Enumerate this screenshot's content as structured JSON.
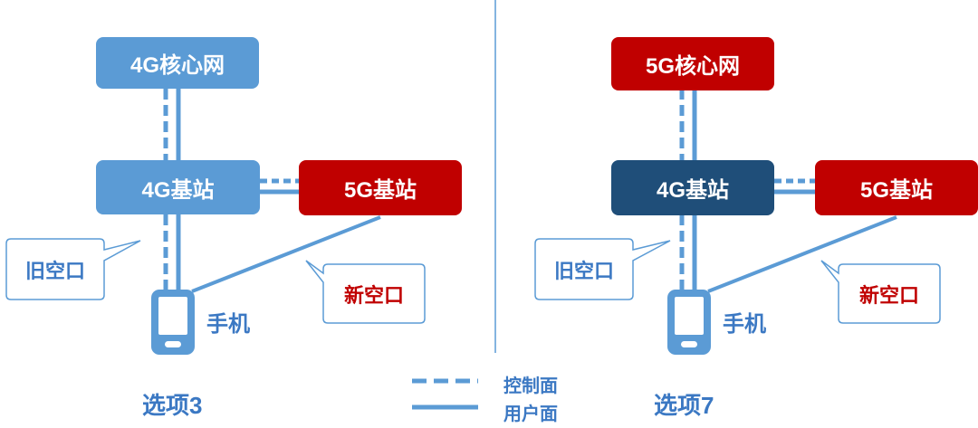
{
  "left": {
    "core": "4G核心网",
    "enb": "4G基站",
    "gnb": "5G基站",
    "old_air": "旧空口",
    "new_air": "新空口",
    "phone": "手机",
    "option": "选项3"
  },
  "right": {
    "core": "5G核心网",
    "enb": "4G基站",
    "gnb": "5G基站",
    "old_air": "旧空口",
    "new_air": "新空口",
    "phone": "手机",
    "option": "选项7"
  },
  "legend": {
    "control_plane": "控制面",
    "user_plane": "用户面"
  },
  "colors": {
    "light_blue": "#5b9bd5",
    "red": "#c00000",
    "navy": "#1f4e79"
  }
}
